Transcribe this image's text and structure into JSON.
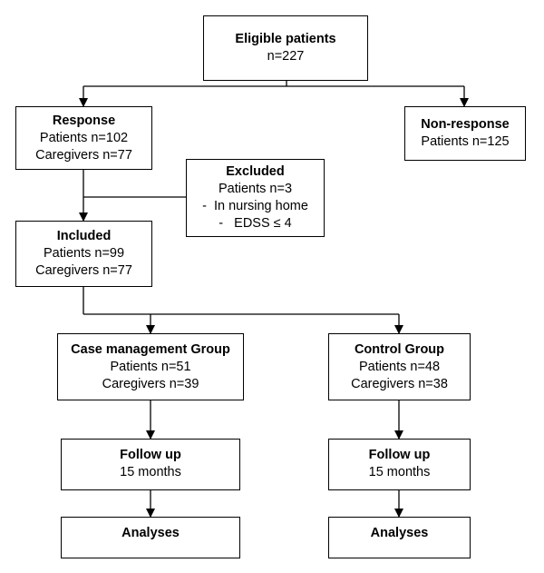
{
  "boxes": {
    "eligible": {
      "title": "Eligible patients",
      "lines": [
        "n=227"
      ]
    },
    "response": {
      "title": "Response",
      "lines": [
        "Patients n=102",
        "Caregivers n=77"
      ]
    },
    "non_response": {
      "title": "Non-response",
      "lines": [
        "Patients n=125"
      ]
    },
    "excluded": {
      "title": "Excluded",
      "lines": [
        "Patients n=3",
        "-  In nursing home",
        "-   EDSS ≤ 4"
      ]
    },
    "included": {
      "title": "Included",
      "lines": [
        "Patients n=99",
        "Caregivers n=77"
      ]
    },
    "case_management": {
      "title": "Case management Group",
      "lines": [
        "Patients n=51",
        "Caregivers n=39"
      ]
    },
    "control": {
      "title": "Control Group",
      "lines": [
        "Patients n=48",
        "Caregivers n=38"
      ]
    },
    "followup_case": {
      "title": "Follow up",
      "lines": [
        "15 months"
      ]
    },
    "followup_control": {
      "title": "Follow up",
      "lines": [
        "15 months"
      ]
    },
    "analyses_case": {
      "title": "Analyses",
      "lines": []
    },
    "analyses_control": {
      "title": "Analyses",
      "lines": []
    }
  }
}
